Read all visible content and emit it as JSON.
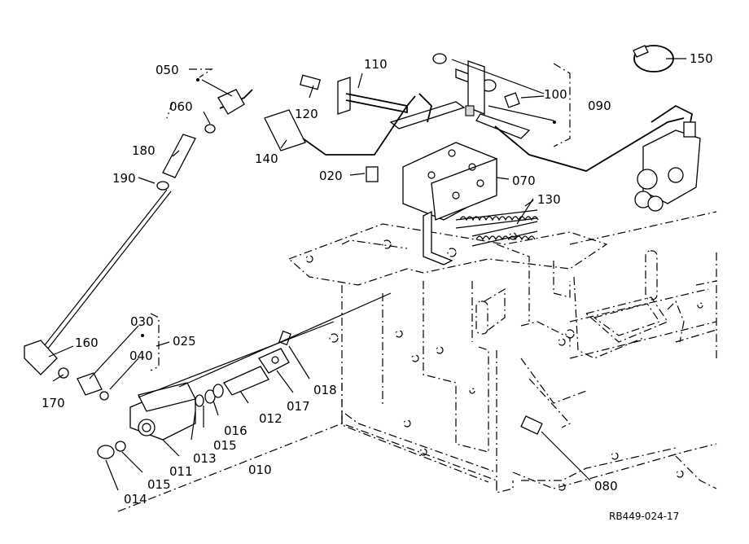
{
  "figure": {
    "reference_code": "RB449-024-17",
    "callouts": [
      {
        "id": "c150",
        "text": "150"
      },
      {
        "id": "c110",
        "text": "110"
      },
      {
        "id": "c050",
        "text": "050"
      },
      {
        "id": "c060",
        "text": "060"
      },
      {
        "id": "c120",
        "text": "120"
      },
      {
        "id": "c100",
        "text": "100"
      },
      {
        "id": "c090",
        "text": "090"
      },
      {
        "id": "c180",
        "text": "180"
      },
      {
        "id": "c140",
        "text": "140"
      },
      {
        "id": "c190",
        "text": "190"
      },
      {
        "id": "c020",
        "text": "020"
      },
      {
        "id": "c070",
        "text": "070"
      },
      {
        "id": "c130",
        "text": "130"
      },
      {
        "id": "c030",
        "text": "030"
      },
      {
        "id": "c160",
        "text": "160"
      },
      {
        "id": "c025",
        "text": "025"
      },
      {
        "id": "c040",
        "text": "040"
      },
      {
        "id": "c170",
        "text": "170"
      },
      {
        "id": "c018",
        "text": "018"
      },
      {
        "id": "c017",
        "text": "017"
      },
      {
        "id": "c012",
        "text": "012"
      },
      {
        "id": "c016",
        "text": "016"
      },
      {
        "id": "c015a",
        "text": "015"
      },
      {
        "id": "c013",
        "text": "013"
      },
      {
        "id": "c011",
        "text": "011"
      },
      {
        "id": "c010",
        "text": "010"
      },
      {
        "id": "c015b",
        "text": "015"
      },
      {
        "id": "c014",
        "text": "014"
      },
      {
        "id": "c080",
        "text": "080"
      }
    ]
  }
}
